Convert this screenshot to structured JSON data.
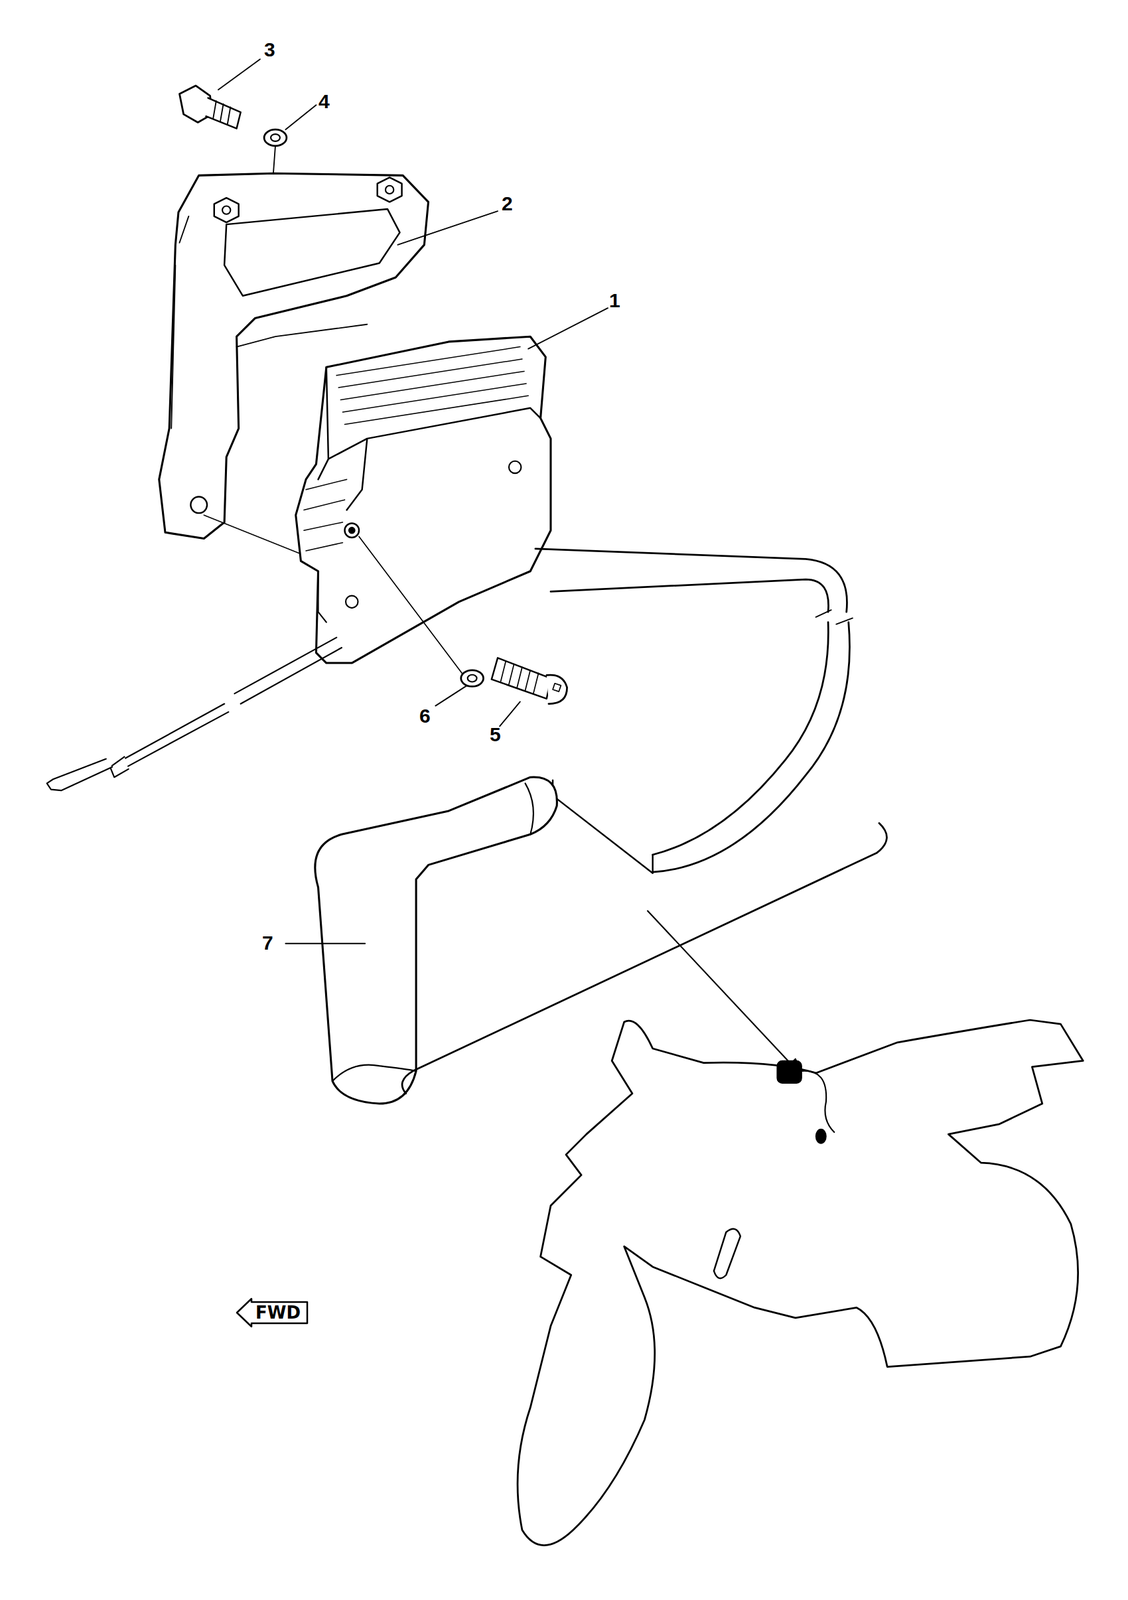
{
  "diagram": {
    "nodes": [
      {
        "text": [
          "FWD"
        ]
      }
    ],
    "edges": [],
    "labels": [
      "3",
      "4",
      "2",
      "1",
      "6",
      "5",
      "7"
    ]
  }
}
